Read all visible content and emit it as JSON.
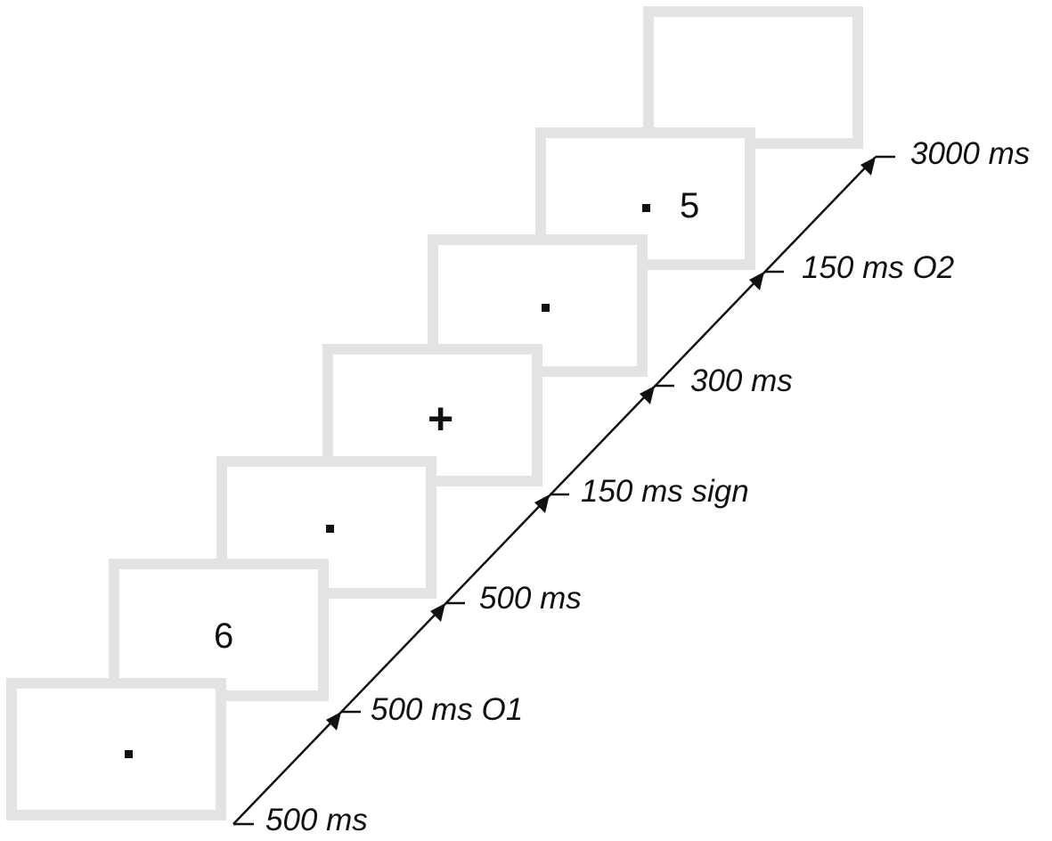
{
  "frames": [
    {
      "content": "dot"
    },
    {
      "content": "digit",
      "text": "6"
    },
    {
      "content": "dot"
    },
    {
      "content": "cross",
      "text": "+"
    },
    {
      "content": "dot"
    },
    {
      "content": "dot-digit",
      "text": "5"
    },
    {
      "content": "blank"
    }
  ],
  "timeline": {
    "labels": [
      "500 ms",
      "500 ms O1",
      "500 ms",
      "150 ms sign",
      "300 ms",
      "150 ms O2",
      "3000 ms"
    ]
  },
  "colors": {
    "frame_border": "#e3e3e3",
    "ink": "#111111"
  }
}
